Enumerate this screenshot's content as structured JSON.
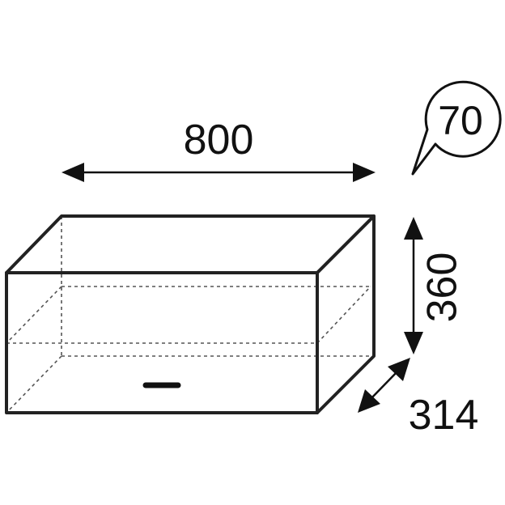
{
  "dimensions": {
    "width": "800",
    "height": "360",
    "depth": "314"
  },
  "badge": {
    "label": "70"
  },
  "colors": {
    "line": "#111111",
    "background": "#ffffff"
  }
}
